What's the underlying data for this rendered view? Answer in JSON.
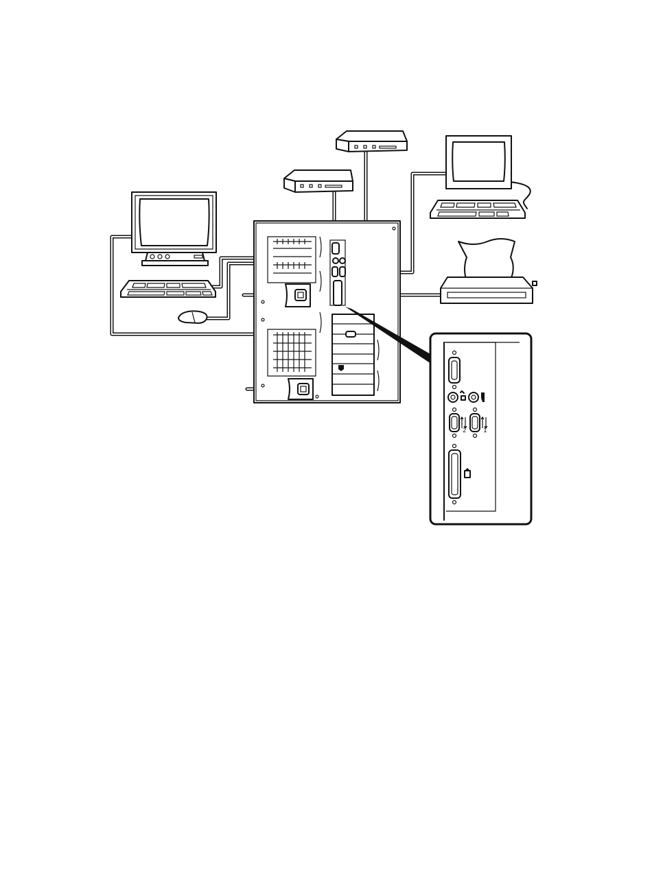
{
  "diagram": {
    "kind": "rear-panel-connection-illustration",
    "printed_text": [],
    "devices": [
      {
        "id": "monitor-left",
        "icon": "monitor-icon"
      },
      {
        "id": "keyboard-left",
        "icon": "keyboard-icon"
      },
      {
        "id": "mouse",
        "icon": "mouse-icon"
      },
      {
        "id": "modem-upper",
        "icon": "modem-icon"
      },
      {
        "id": "modem-lower",
        "icon": "modem-icon"
      },
      {
        "id": "terminal-right",
        "icon": "terminal-icon"
      },
      {
        "id": "printer",
        "icon": "printer-icon"
      },
      {
        "id": "system-unit",
        "icon": "system-unit-rear-icon"
      },
      {
        "id": "port-detail-inset",
        "icon": "magnified-io-panel-icon"
      }
    ],
    "inset_port_symbols": [
      "mouse-port-icon",
      "keyboard-port-icon",
      "serial-port-2-icon",
      "serial-port-1-icon",
      "parallel-port-icon",
      "video-port-icon"
    ]
  }
}
